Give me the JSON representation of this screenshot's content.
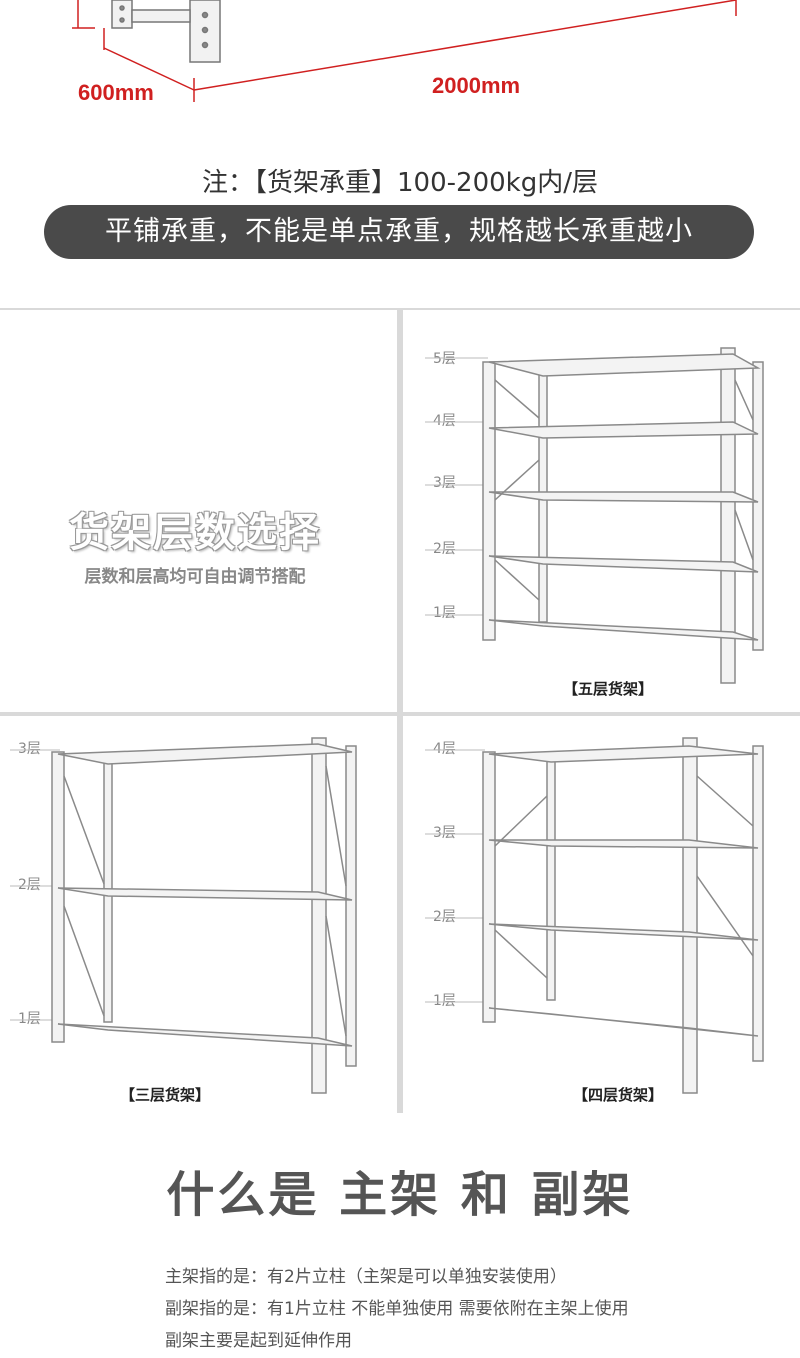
{
  "dimensions": {
    "depth": "600mm",
    "length": "2000mm"
  },
  "note": "注：【货架承重】100-200kg内/层",
  "banner": "平铺承重，不能是单点承重，规格越长承重越小",
  "intro": {
    "title": "货架层数选择",
    "subtitle": "层数和层高均可自由调节搭配"
  },
  "shelves": {
    "five": {
      "caption": "【五层货架】",
      "layers": [
        "5层",
        "4层",
        "3层",
        "2层",
        "1层"
      ]
    },
    "three": {
      "caption": "【三层货架】",
      "layers": [
        "3层",
        "2层",
        "1层"
      ]
    },
    "four": {
      "caption": "【四层货架】",
      "layers": [
        "4层",
        "3层",
        "2层",
        "1层"
      ]
    }
  },
  "section": {
    "title": "什么是 主架 和 副架"
  },
  "description": [
    "主架指的是：有2片立柱（主架是可以单独安装使用）",
    "副架指的是：有1片立柱 不能单独使用 需要依附在主架上使用",
    "副架主要是起到延伸作用"
  ],
  "colors": {
    "dimension": "#d02020",
    "banner": "#4a4a4a",
    "grid": "#d9d9d9"
  }
}
